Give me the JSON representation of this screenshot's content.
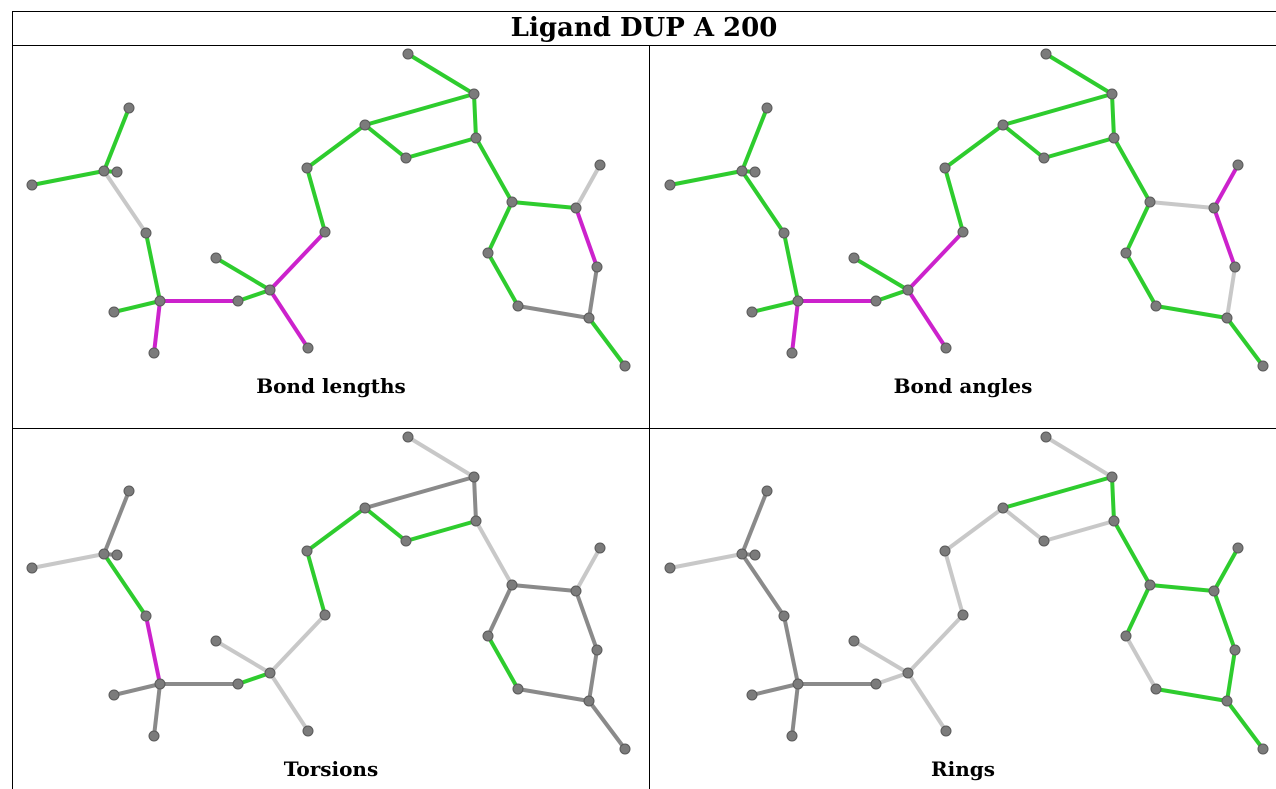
{
  "title": "Ligand DUP A 200",
  "colors": {
    "green": "#2ecc2e",
    "magenta": "#cc22cc",
    "gray": "#8a8a8a",
    "lightgray": "#c8c8c8",
    "atom": "#7b7b7b"
  },
  "panels": [
    {
      "caption": "Bond lengths",
      "bond_colors": {
        "0": "green",
        "1": "green",
        "2": "lightgray",
        "3": "green",
        "4": "green",
        "5": "magenta",
        "6": "magenta",
        "7": "green",
        "8": "green",
        "9": "magenta",
        "10": "magenta",
        "11": "green",
        "12": "green",
        "13": "green",
        "14": "green",
        "15": "green",
        "16": "green",
        "17": "green",
        "18": "green",
        "19": "green",
        "20": "green",
        "21": "gray",
        "22": "green",
        "23": "gray",
        "24": "magenta",
        "25": "green",
        "26": "lightgray",
        "27": "green",
        "28": "green"
      }
    },
    {
      "caption": "Bond angles",
      "bond_colors": {
        "0": "green",
        "1": "green",
        "2": "green",
        "3": "green",
        "4": "green",
        "5": "magenta",
        "6": "magenta",
        "7": "green",
        "8": "green",
        "9": "magenta",
        "10": "magenta",
        "11": "green",
        "12": "green",
        "13": "green",
        "14": "green",
        "15": "green",
        "16": "green",
        "17": "green",
        "18": "green",
        "19": "green",
        "20": "green",
        "21": "green",
        "22": "green",
        "23": "lightgray",
        "24": "magenta",
        "25": "lightgray",
        "26": "magenta",
        "27": "green",
        "28": "green"
      }
    },
    {
      "caption": "Torsions",
      "bond_colors": {
        "0": "lightgray",
        "1": "gray",
        "2": "green",
        "3": "magenta",
        "4": "gray",
        "5": "gray",
        "6": "gray",
        "7": "green",
        "8": "lightgray",
        "9": "lightgray",
        "10": "lightgray",
        "11": "green",
        "12": "green",
        "13": "green",
        "14": "green",
        "15": "gray",
        "16": "lightgray",
        "17": "gray",
        "18": "lightgray",
        "19": "gray",
        "20": "green",
        "21": "gray",
        "22": "gray",
        "23": "gray",
        "24": "gray",
        "25": "gray",
        "26": "lightgray",
        "27": "gray",
        "28": "lightgray"
      }
    },
    {
      "caption": "Rings",
      "bond_colors": {
        "0": "lightgray",
        "1": "gray",
        "2": "gray",
        "3": "gray",
        "4": "gray",
        "5": "gray",
        "6": "gray",
        "7": "lightgray",
        "8": "lightgray",
        "9": "lightgray",
        "10": "lightgray",
        "11": "lightgray",
        "12": "lightgray",
        "13": "lightgray",
        "14": "lightgray",
        "15": "green",
        "16": "lightgray",
        "17": "green",
        "18": "green",
        "19": "green",
        "20": "lightgray",
        "21": "green",
        "22": "green",
        "23": "green",
        "24": "green",
        "25": "green",
        "26": "green",
        "27": "gray",
        "28": "lightgray"
      }
    }
  ]
}
